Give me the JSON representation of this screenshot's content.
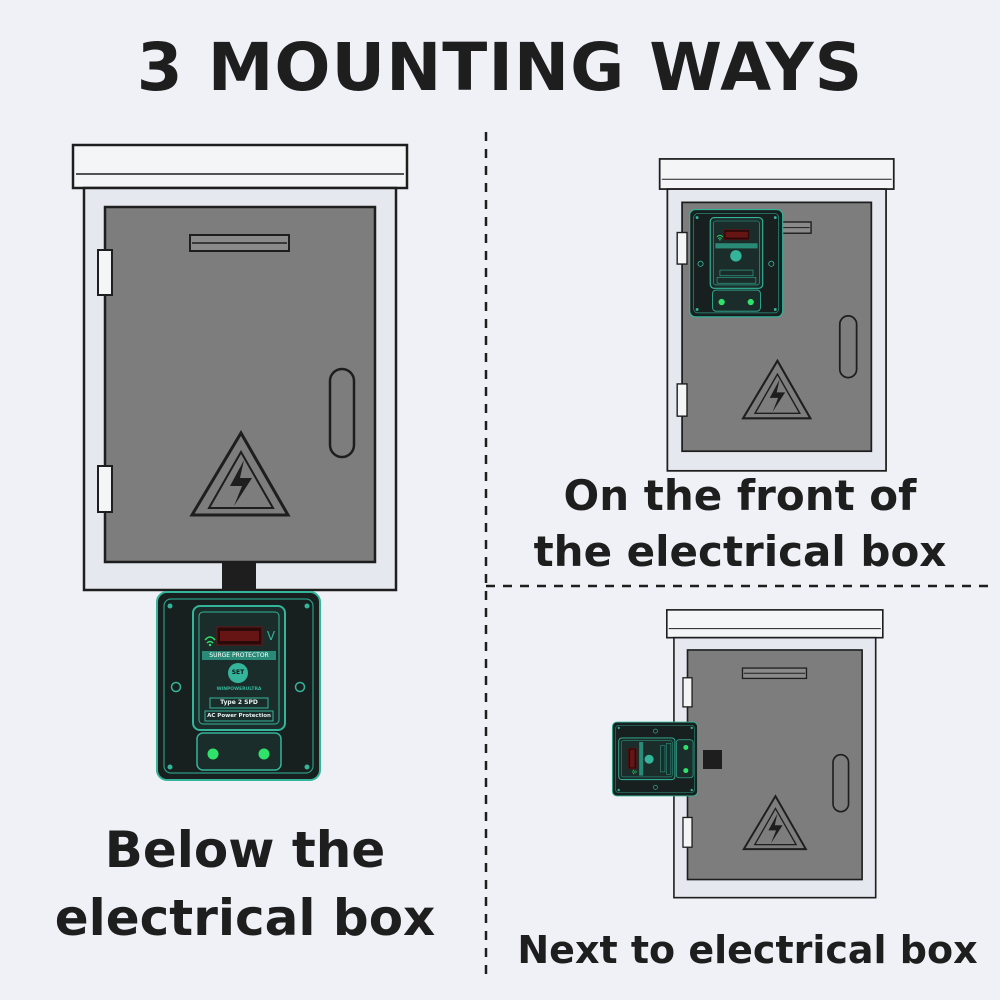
{
  "title": "3 MOUNTING WAYS",
  "options": [
    {
      "caption_line1": "Below the",
      "caption_line2": "electrical box"
    },
    {
      "caption_line1": "On the front of",
      "caption_line2": "the electrical box"
    },
    {
      "caption_line1": "Next to electrical box"
    }
  ],
  "device_labels": {
    "surge": "SURGE PROTECTOR",
    "set": "SET",
    "brand": "WINPOWERULTRA",
    "type": "Type 2 SPD",
    "ac": "AC Power Protection",
    "unit": "V"
  },
  "colors": {
    "background": "#eff1f7",
    "text": "#1e1e1e",
    "box_frame": "#e5e8ee",
    "door_gray": "#7d7d7d",
    "device_body": "#17201e",
    "device_accent": "#34b49a",
    "led_green": "#2fe36a",
    "display_red": "#d9292a"
  },
  "icons": [
    "electric-hazard-icon",
    "wifi-icon",
    "set-button-icon"
  ]
}
